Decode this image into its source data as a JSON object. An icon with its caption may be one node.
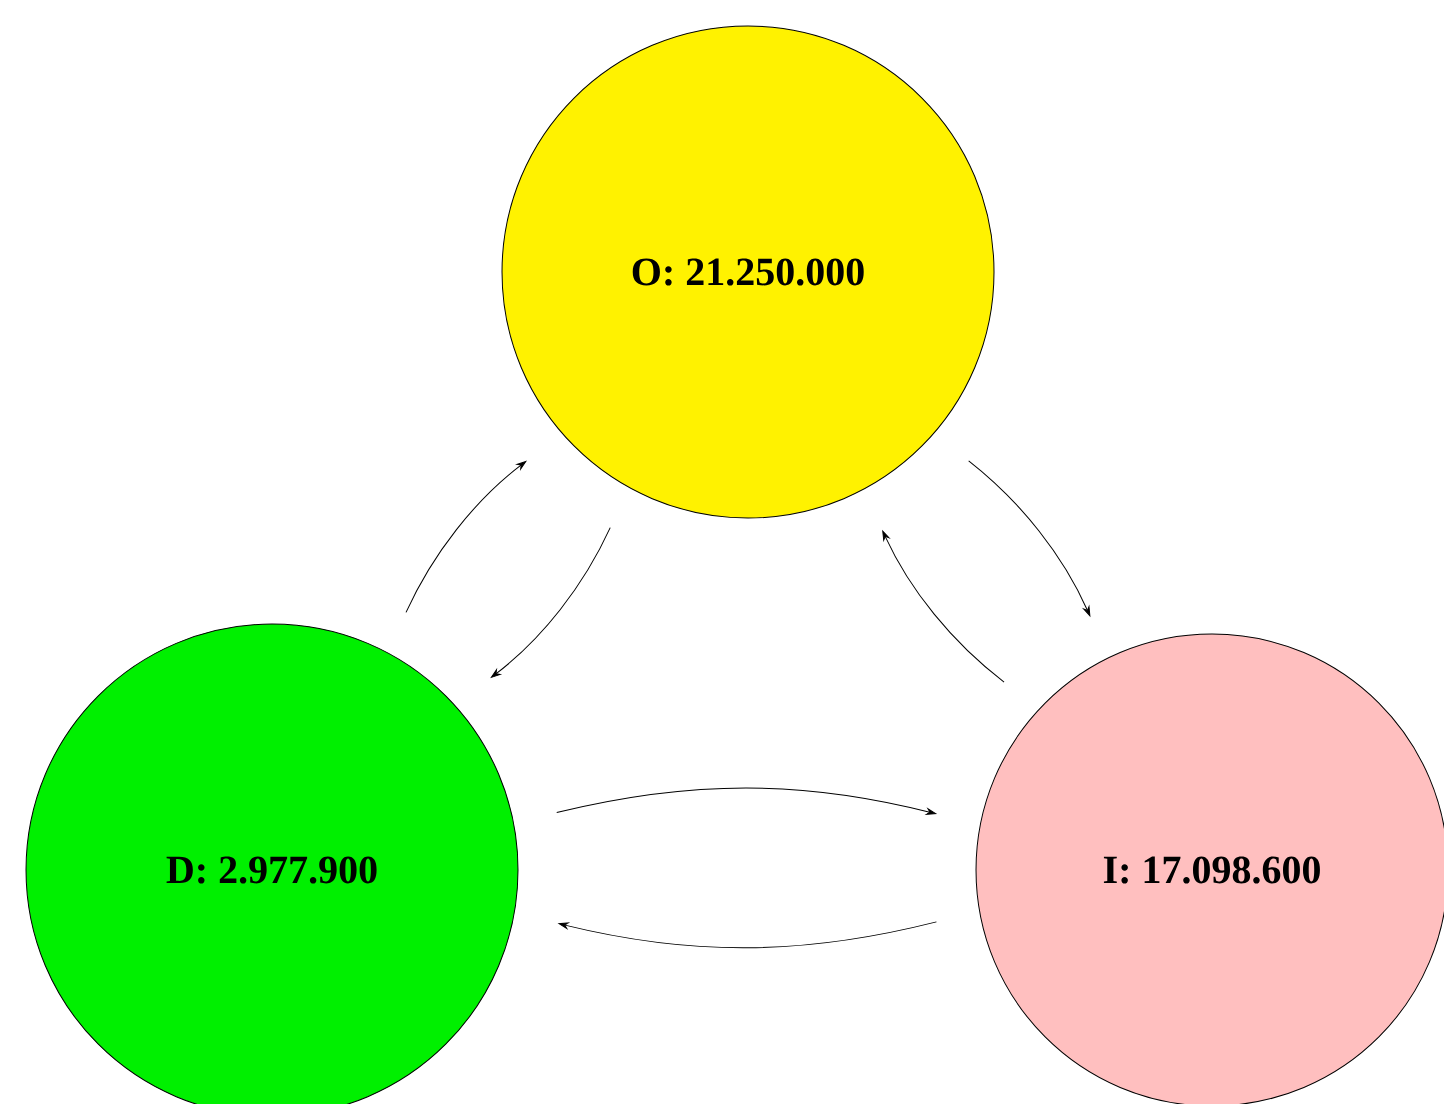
{
  "diagram": {
    "nodes": [
      {
        "text": [
          "O: 21.250.000"
        ]
      },
      {
        "text": [
          "D: 2.977.900"
        ]
      },
      {
        "text": [
          "I: 17.098.600"
        ]
      }
    ],
    "edges": [
      {
        "from": 1,
        "to": 0,
        "arrow": "to"
      },
      {
        "from": 0,
        "to": 1,
        "arrow": "to"
      },
      {
        "from": 0,
        "to": 2,
        "arrow": "to"
      },
      {
        "from": 2,
        "to": 0,
        "arrow": "to"
      },
      {
        "from": 1,
        "to": 2,
        "arrow": "to"
      },
      {
        "from": 2,
        "to": 1,
        "arrow": "to"
      }
    ]
  }
}
